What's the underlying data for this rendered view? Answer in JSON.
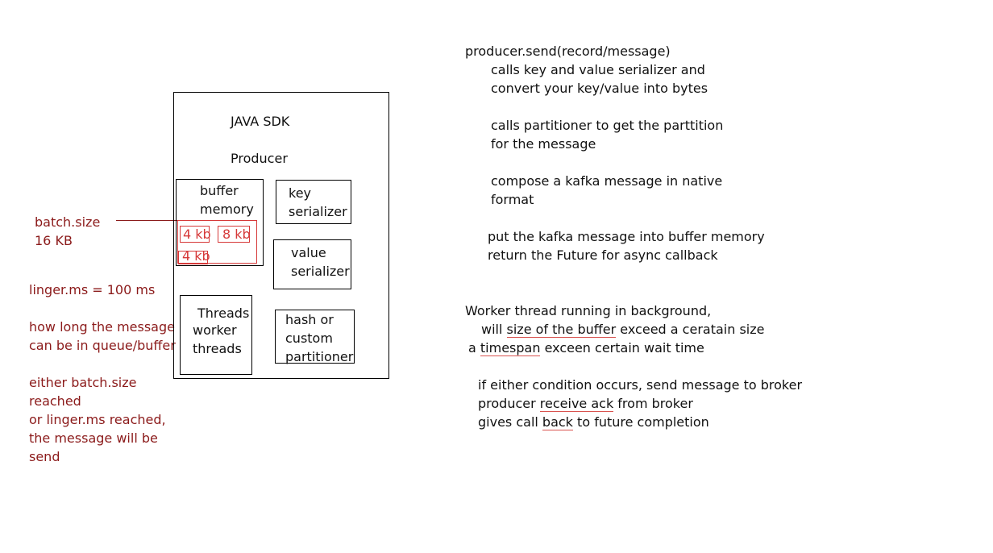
{
  "left_notes": {
    "batch_size_label": "batch.size",
    "batch_size_value": "16 KB",
    "linger_ms": "linger.ms = 100 ms",
    "how_long_1": "how long the message",
    "how_long_2": "can be in queue/buffer",
    "either_1": "either batch.size",
    "either_2": "reached",
    "either_3": "or linger.ms reached,",
    "either_4": "the message will be",
    "either_5": "send"
  },
  "producer_box": {
    "sdk_label": "JAVA SDK",
    "producer_label": "Producer",
    "buffer_memory": [
      "buffer",
      "memory"
    ],
    "batches": [
      "4 kb",
      "8 kb",
      "4 kb"
    ],
    "key_serializer": [
      "key",
      "serializer"
    ],
    "value_serializer": [
      "value",
      "serializer"
    ],
    "threads": [
      "Threads",
      "worker",
      "threads"
    ],
    "partitioner": [
      "hash or",
      "custom",
      "partitioner"
    ]
  },
  "send_steps": {
    "title": "producer.send(record/message)",
    "step1": [
      "calls key and value serializer and",
      "convert your key/value into bytes"
    ],
    "step2": [
      "calls partitioner to get the parttition",
      "for the message"
    ],
    "step3": [
      "compose a kafka message in native",
      "format"
    ],
    "step4": [
      "put the kafka message into buffer memory",
      "return the Future for async callback"
    ]
  },
  "worker": {
    "title": "Worker thread running in background,",
    "cond1_pre": "will ",
    "cond1_ul": "size of the buffer",
    "cond1_post": " exceed a ceratain size",
    "cond2_pre": "a ",
    "cond2_ul": "timespan",
    "cond2_post": " exceen certain wait time",
    "result1": "if either condition occurs, send message to broker",
    "result2_pre": "producer ",
    "result2_ul": "receive ack",
    "result2_post": " from broker",
    "result3_pre": "gives call ",
    "result3_ul": "back",
    "result3_post": " to future completion"
  }
}
